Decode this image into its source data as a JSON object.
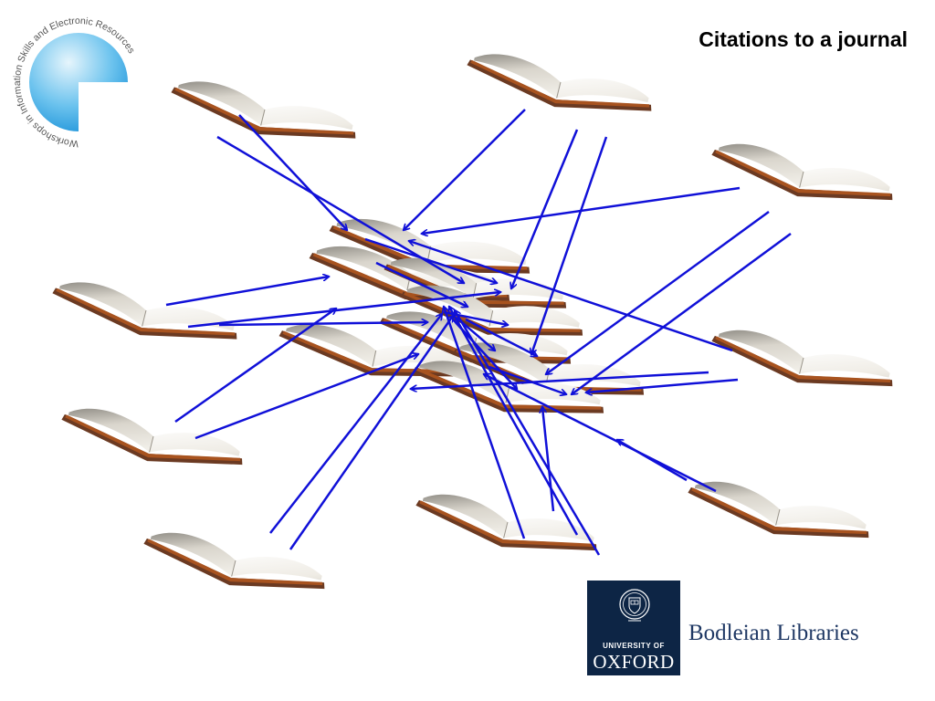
{
  "title": "Citations to a journal",
  "logo_workshop": {
    "ring_text": "Workshops in Information Skills and Electronic Resources",
    "color_light": "#cfeaf7",
    "color_dark": "#1aa0e0"
  },
  "logo_oxford": {
    "line1": "UNIVERSITY OF",
    "line2": "OXFORD",
    "bg_color": "#0d2545"
  },
  "bodleian_text": "Bodleian Libraries",
  "colors": {
    "arrow": "#1010d8",
    "page": "#f2f0ea",
    "page_shade": "#bdb8ae",
    "cover": "#6b3a22",
    "edge": "#a8531f"
  }
}
